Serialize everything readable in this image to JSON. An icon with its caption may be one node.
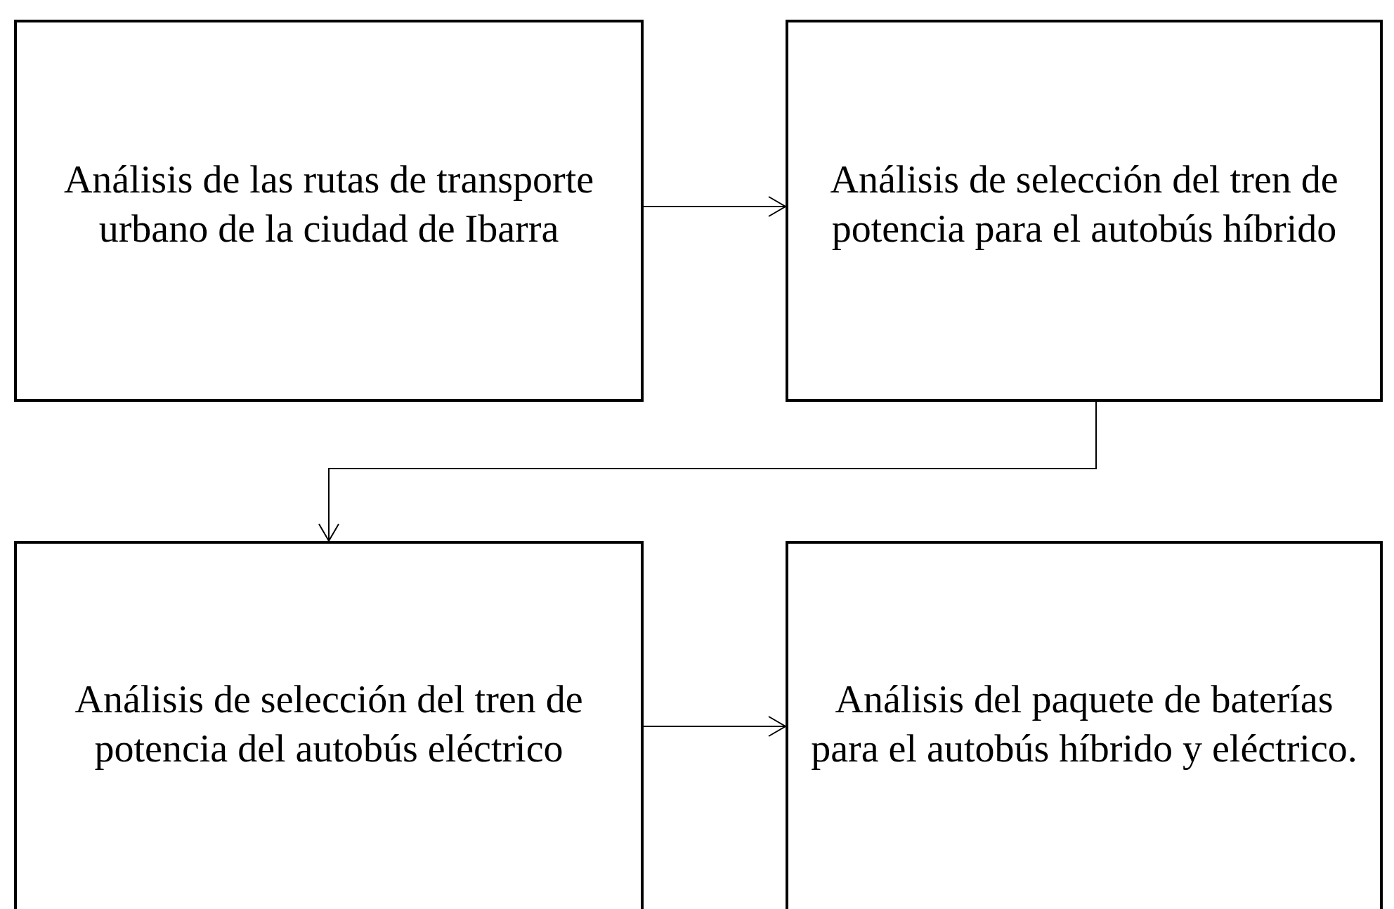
{
  "diagram": {
    "nodes": [
      {
        "text": [
          "Análisis de las rutas de transporte urbano de la ciudad de Ibarra"
        ]
      },
      {
        "text": [
          "Análisis de selección del tren de potencia para el autobús híbrido"
        ]
      },
      {
        "text": [
          "Análisis de selección del tren de potencia del autobús eléctrico"
        ]
      },
      {
        "text": [
          "Análisis del paquete de baterías para el autobús híbrido y eléctrico."
        ]
      }
    ],
    "edges": [
      {
        "from": 0,
        "to": 1,
        "arrow": "to"
      },
      {
        "from": 1,
        "to": 2,
        "arrow": "to"
      },
      {
        "from": 2,
        "to": 3,
        "arrow": "to"
      }
    ]
  }
}
